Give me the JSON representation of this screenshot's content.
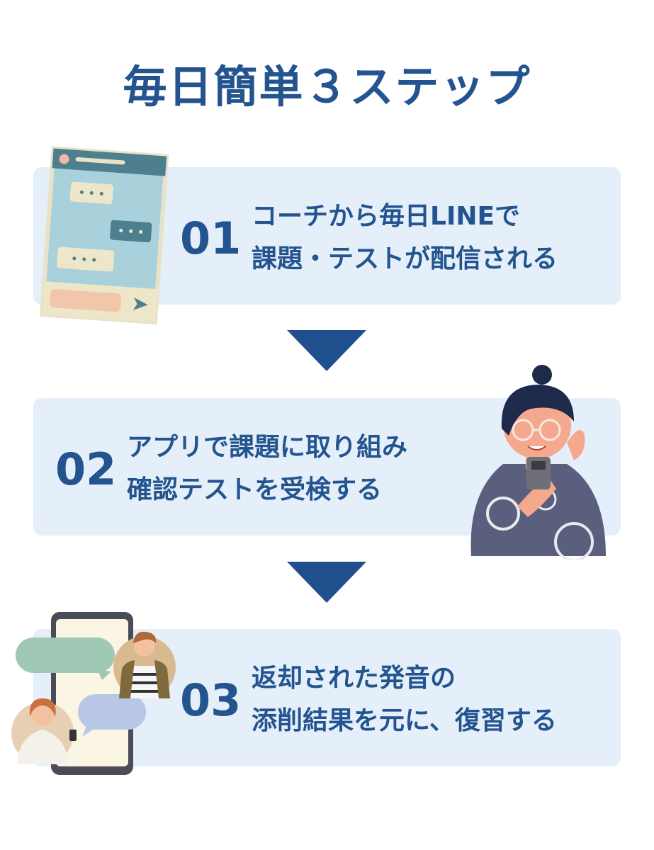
{
  "title": "毎日簡単３ステップ",
  "steps": [
    {
      "number": "01",
      "line1": "コーチから毎日LINEで",
      "line2": "課題・テストが配信される",
      "illustration": "chat-phone-icon"
    },
    {
      "number": "02",
      "line1": "アプリで課題に取り組み",
      "line2": "確認テストを受検する",
      "illustration": "woman-with-phone-illustration"
    },
    {
      "number": "03",
      "line1": "返却された発音の",
      "line2": "添削結果を元に、復習する",
      "illustration": "people-chatting-illustration"
    }
  ],
  "colors": {
    "accent": "#23548f",
    "card_bg": "#e4effa",
    "arrow": "#1f4f8c"
  }
}
